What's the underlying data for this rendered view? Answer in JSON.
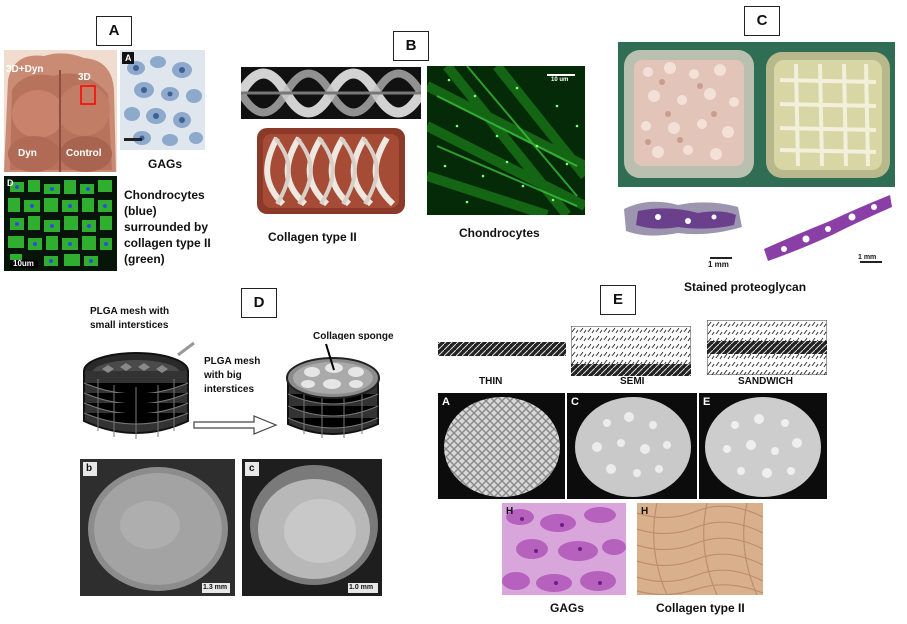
{
  "panels": {
    "A": {
      "label": "A",
      "photo_labels": {
        "dyn3d": "3D+Dyn",
        "d3": "3D",
        "dyn": "Dyn",
        "control": "Control"
      },
      "gag_sub": "A",
      "scale_text": "",
      "gags": "GAGs",
      "d_sub": "D",
      "d_scale": "10um",
      "chondrocytes_desc": [
        "Chondrocytes",
        "(blue)",
        "surrounded by",
        "collagen type II",
        "(green)"
      ]
    },
    "B": {
      "label": "B",
      "collagen": "Collagen type II",
      "chondrocytes": "Chondrocytes",
      "scale": "10 um"
    },
    "C": {
      "label": "C",
      "scale": "1 mm",
      "scale2": "1 mm",
      "caption": "Stained proteoglycan"
    },
    "D": {
      "label": "D",
      "mesh_small": [
        "PLGA mesh with",
        "small interstices"
      ],
      "mesh_big": [
        "PLGA mesh",
        "with big",
        "interstices"
      ],
      "sponge": "Collagen sponge",
      "b": "b",
      "c": "c",
      "scale_b": "1.3 mm",
      "scale_c": "1.0 mm"
    },
    "E": {
      "label": "E",
      "thin": "THIN",
      "semi": "SEMI",
      "sandwich": "SANDWICH",
      "sub_a": "A",
      "sub_c": "C",
      "sub_e": "E",
      "sub_h1": "H",
      "sub_h2": "H",
      "gags": "GAGs",
      "collagen": "Collagen type II"
    }
  }
}
